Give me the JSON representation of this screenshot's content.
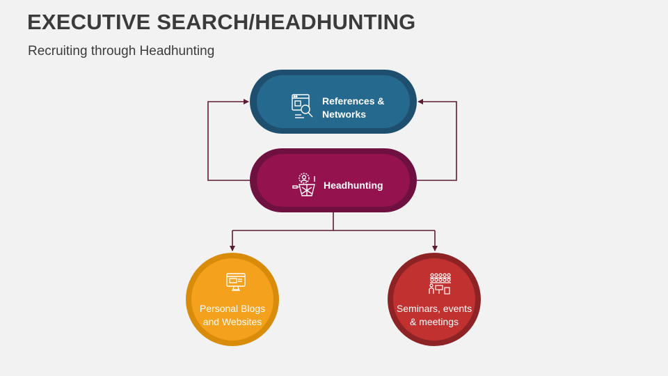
{
  "header": {
    "title": "EXECUTIVE SEARCH/HEADHUNTING",
    "subtitle": "Recruiting through Headhunting"
  },
  "nodes": {
    "references": {
      "label": "References &\nNetworks",
      "icon": "web-search-icon",
      "color": "#26698f"
    },
    "headhunting": {
      "label": "Headhunting",
      "icon": "headhunting-net-icon",
      "color": "#94134f"
    },
    "blogs": {
      "label": "Personal Blogs\nand Websites",
      "icon": "monitor-website-icon",
      "color": "#f4a11d"
    },
    "seminars": {
      "label": "Seminars, events\n& meetings",
      "icon": "audience-presenter-icon",
      "color": "#c1312f"
    }
  },
  "connector_color": "#5c1a33"
}
